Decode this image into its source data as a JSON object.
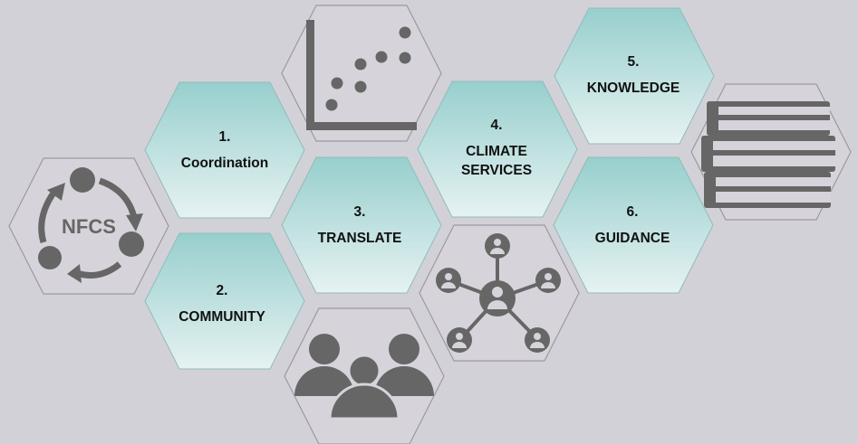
{
  "diagram": {
    "center_icon_text": "NFCS",
    "steps": [
      {
        "number": "1.",
        "title_lines": [
          "Coordination"
        ]
      },
      {
        "number": "2.",
        "title_lines": [
          "COMMUNITY"
        ]
      },
      {
        "number": "3.",
        "title_lines": [
          "TRANSLATE"
        ]
      },
      {
        "number": "4.",
        "title_lines": [
          "CLIMATE",
          "SERVICES"
        ]
      },
      {
        "number": "5.",
        "title_lines": [
          "KNOWLEDGE"
        ]
      },
      {
        "number": "6.",
        "title_lines": [
          "GUIDANCE"
        ]
      }
    ],
    "icon_hexagons": [
      "nfcs-cycle-icon",
      "scatter-plot-icon",
      "group-of-people-icon",
      "people-network-icon",
      "stack-of-books-icon"
    ]
  },
  "colors": {
    "background": "#d3d1d8",
    "teal_top": "#97cfcd",
    "teal_bottom": "#e6f2f2",
    "icon_gray": "#666666",
    "icon_hex_fill": "#d6d4da",
    "icon_hex_stroke": "#9c9aa0"
  }
}
